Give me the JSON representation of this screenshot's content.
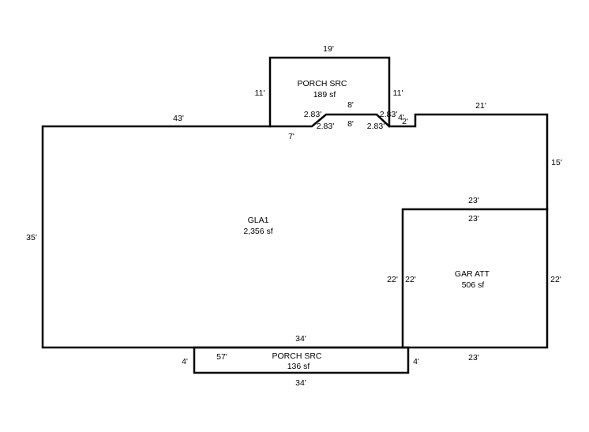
{
  "areas": {
    "gla1": {
      "name": "GLA1",
      "area": "2,356 sf"
    },
    "porch_top": {
      "name": "PORCH SRC",
      "area": "189 sf"
    },
    "garage": {
      "name": "GAR ATT",
      "area": "506 sf"
    },
    "porch_bottom": {
      "name": "PORCH SRC",
      "area": "136 sf"
    }
  },
  "dimensions": {
    "porch_top_width": "19'",
    "porch_top_left": "11'",
    "porch_top_right": "11'",
    "bay_top": "8'",
    "bay_bottom": "8'",
    "bay_left_upper": "2.83'",
    "bay_left_lower": "2.83'",
    "bay_right_upper": "2.83'",
    "bay_right_lower": "2.83'",
    "porch_gap": "7'",
    "notch_4": "4'",
    "notch_2": "2'",
    "top_left_wall": "43'",
    "top_right_wall": "21'",
    "right_upper_wall": "15'",
    "left_wall": "35'",
    "garage_top_outer": "23'",
    "garage_top_inner": "23'",
    "garage_left_outer": "22'",
    "garage_left_inner": "22'",
    "garage_right": "22'",
    "garage_bottom": "23'",
    "gla_bottom": "34'",
    "bottom_total": "57'",
    "porch_bottom_left": "4'",
    "porch_bottom_right": "4'",
    "porch_bottom_width": "34'"
  }
}
